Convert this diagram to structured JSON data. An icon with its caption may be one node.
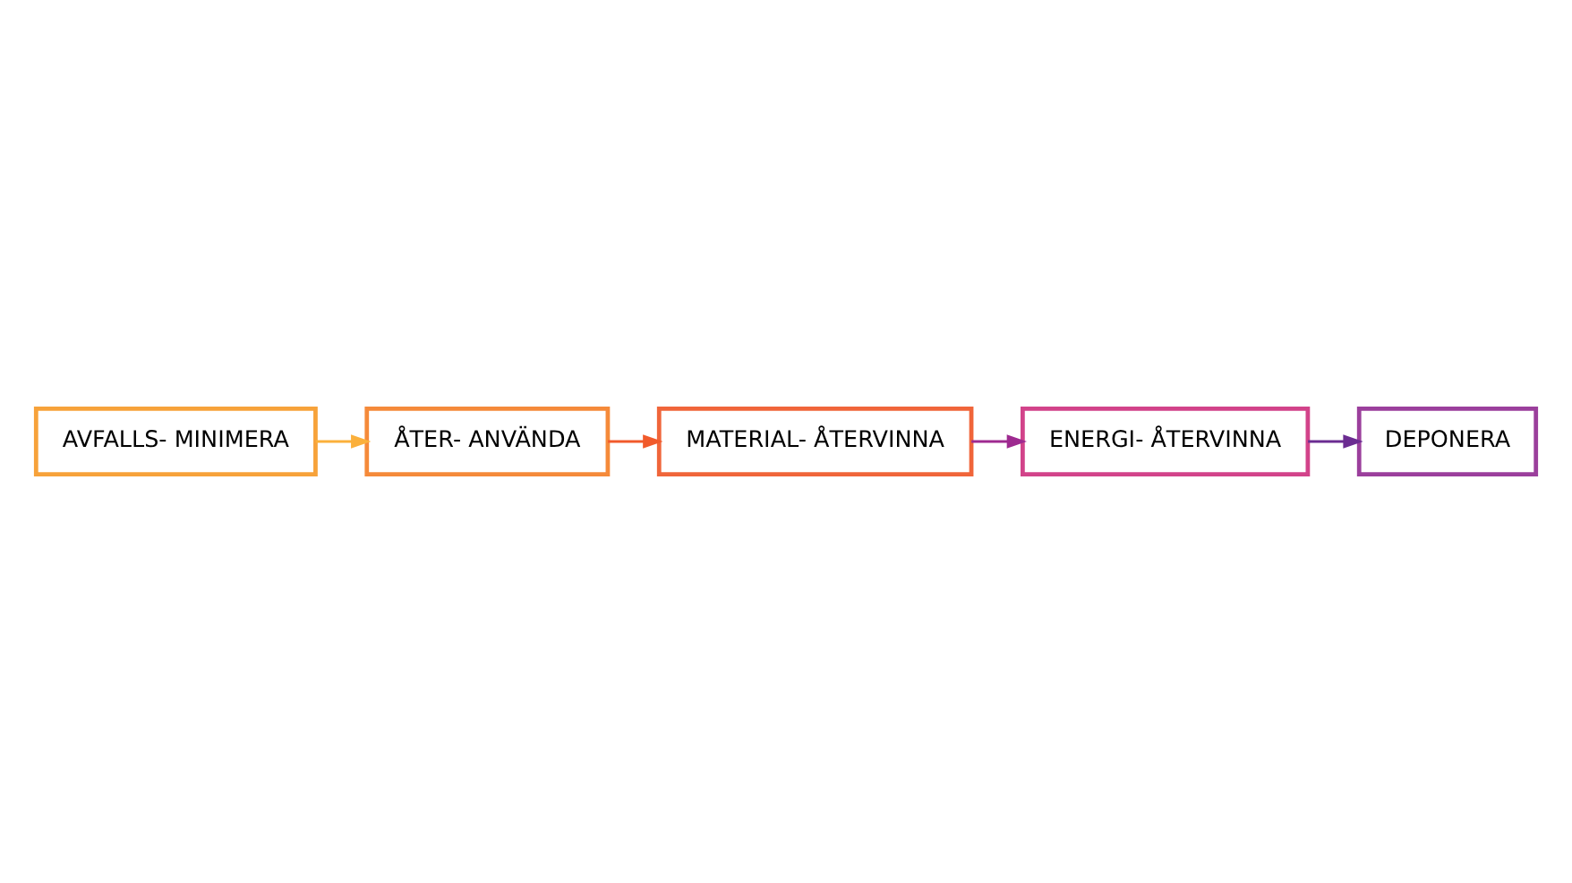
{
  "diagram": {
    "nodes": [
      {
        "text": [
          "AVFALLS- MINIMERA"
        ]
      },
      {
        "text": [
          "ÅTER- ANVÄNDA"
        ]
      },
      {
        "text": [
          "MATERIAL- ÅTERVINNA"
        ]
      },
      {
        "text": [
          "ENERGI- ÅTERVINNA"
        ]
      },
      {
        "text": [
          "DEPONERA"
        ]
      }
    ],
    "edges": [
      {
        "from": 0,
        "to": 1,
        "arrow": "to",
        "color": "#fbb03b"
      },
      {
        "from": 1,
        "to": 2,
        "arrow": "to",
        "color": "#f15a2b"
      },
      {
        "from": 2,
        "to": 3,
        "arrow": "to",
        "color": "#9e2a90"
      },
      {
        "from": 3,
        "to": 4,
        "arrow": "to",
        "color": "#6b2c91"
      }
    ]
  }
}
